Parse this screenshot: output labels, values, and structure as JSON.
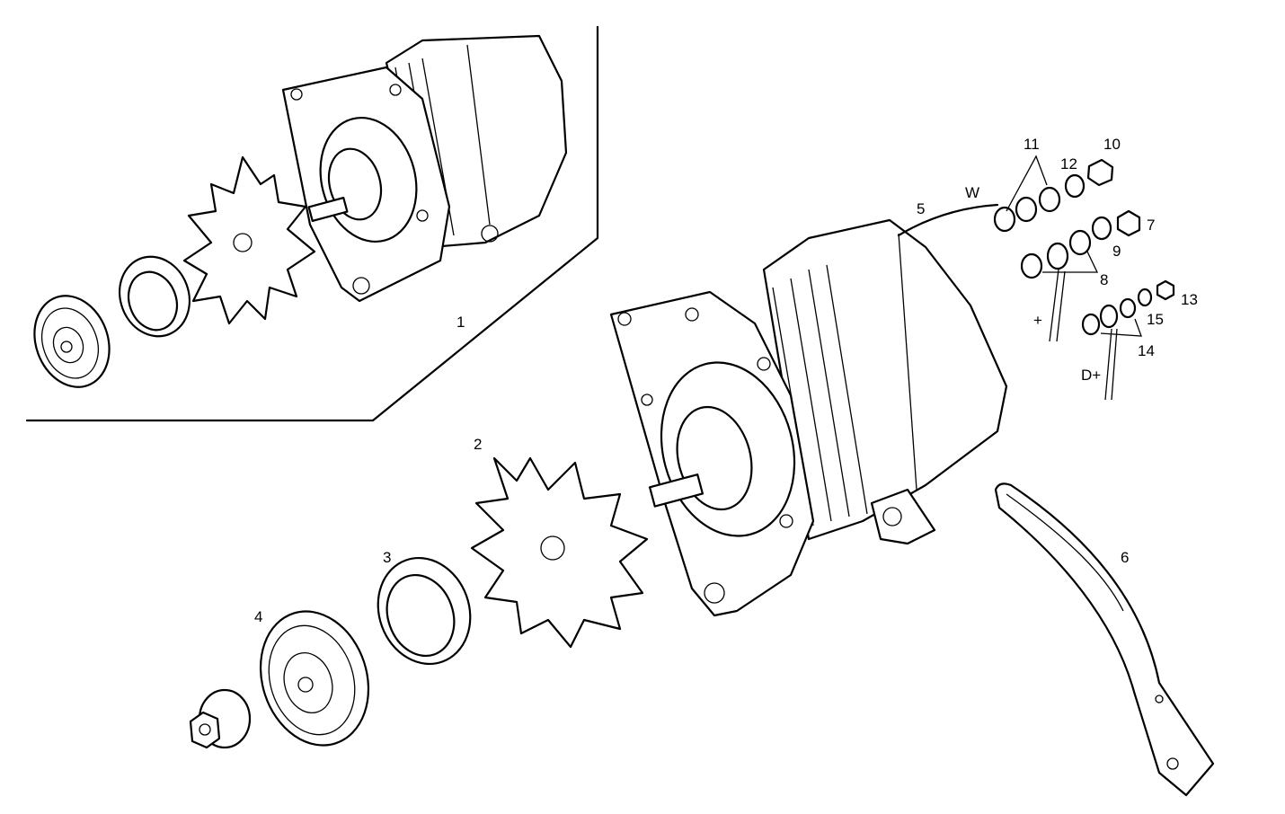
{
  "colors": {
    "ink": "#000000",
    "background": "#ffffff"
  },
  "inset": {
    "label": "1"
  },
  "callouts": {
    "fan": "2",
    "spacer": "3",
    "pulley": "4",
    "cable": "5",
    "bracket": "6",
    "nut_plus": "7",
    "washers_plus": "8",
    "washer_plus": "9",
    "nut_w": "10",
    "washers_w": "11",
    "washer_w": "12",
    "nut_dplus": "13",
    "washers_dplus": "14",
    "washer_dplus": "15"
  },
  "terminals": {
    "w": "W",
    "plus": "+",
    "dplus": "D+"
  }
}
